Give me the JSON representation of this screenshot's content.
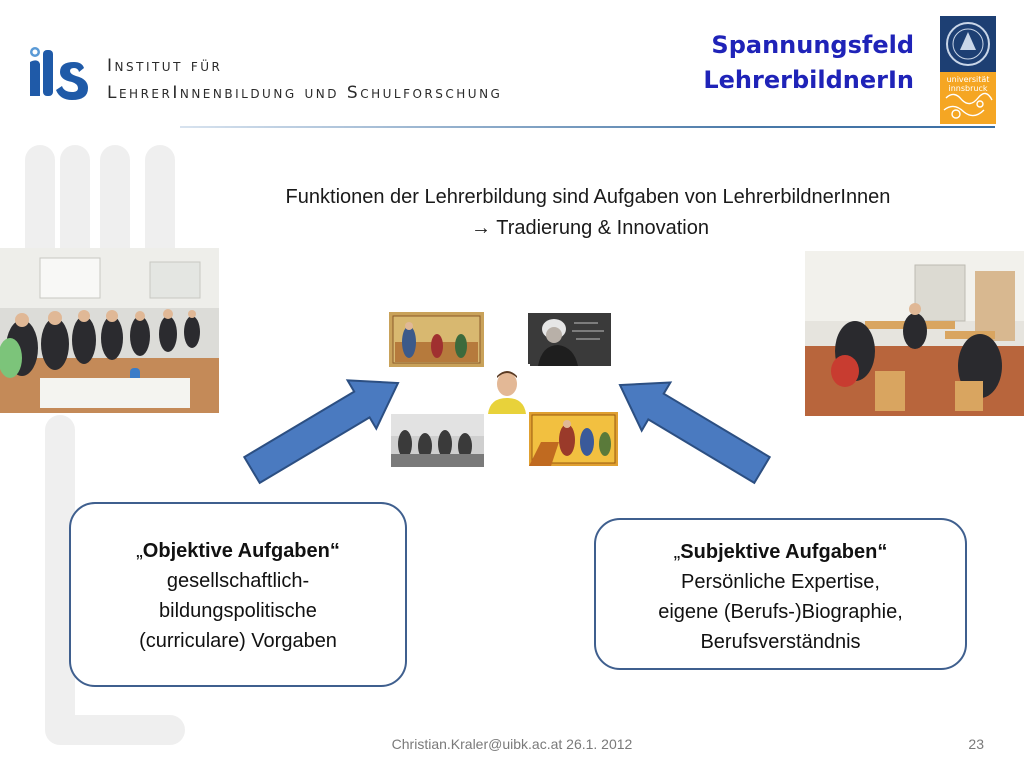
{
  "header": {
    "institute_line1": "Institut für",
    "institute_line2": "LehrerInnenbildung und Schulforschung",
    "title_line1": "Spannungsfeld",
    "title_line2": "LehrerbildnerIn"
  },
  "uni_logo_text": "universität innsbruck",
  "subtitle": {
    "line1": "Funktionen der Lehrerbildung sind Aufgaben von LehrerbildnerInnen",
    "arrow": "→",
    "line2": "Tradierung & Innovation"
  },
  "boxes": {
    "left": {
      "heading_open": "„",
      "heading": "Objektive Aufgaben",
      "heading_close": "“",
      "lines": [
        "gesellschaftlich-",
        "bildungspolitische",
        "(curriculare) Vorgaben"
      ]
    },
    "right": {
      "heading_open": "„",
      "heading": "Subjektive Aufgaben",
      "heading_close": "“",
      "lines": [
        "Persönliche Expertise,",
        "eigene (Berufs-)Biographie,",
        "Berufsverständnis"
      ]
    }
  },
  "footer": {
    "text": "Christian.Kraler@uibk.ac.at   26.1. 2012",
    "page": "23"
  },
  "colors": {
    "title": "#1f23b8",
    "arrow_fill": "#4a7ac0",
    "arrow_stroke": "#2c4f82",
    "box_border": "#3f5f8e"
  }
}
